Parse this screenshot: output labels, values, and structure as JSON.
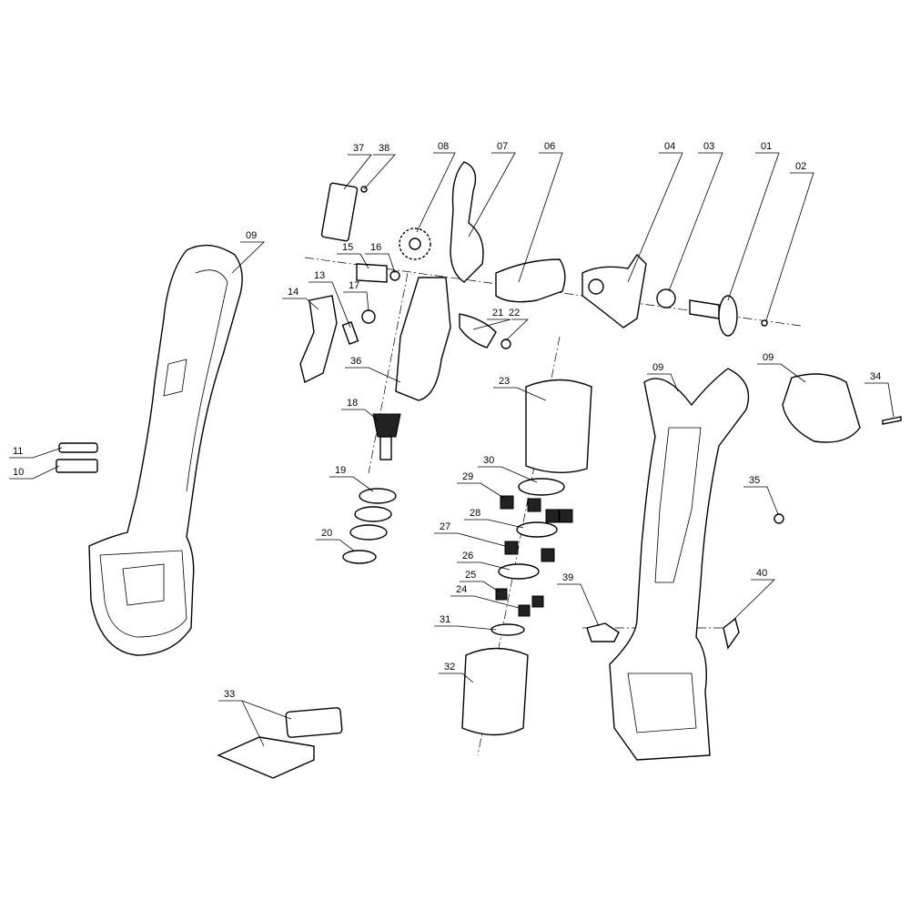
{
  "title": "Exploded parts diagram",
  "parts": [
    "37",
    "38",
    "08",
    "07",
    "06",
    "04",
    "03",
    "01",
    "02",
    "09",
    "15",
    "16",
    "13",
    "17",
    "14",
    "21",
    "22",
    "36",
    "18",
    "23",
    "09",
    "09",
    "34",
    "11",
    "10",
    "19",
    "30",
    "29",
    "35",
    "28",
    "20",
    "27",
    "26",
    "25",
    "39",
    "40",
    "24",
    "31",
    "32",
    "33"
  ]
}
